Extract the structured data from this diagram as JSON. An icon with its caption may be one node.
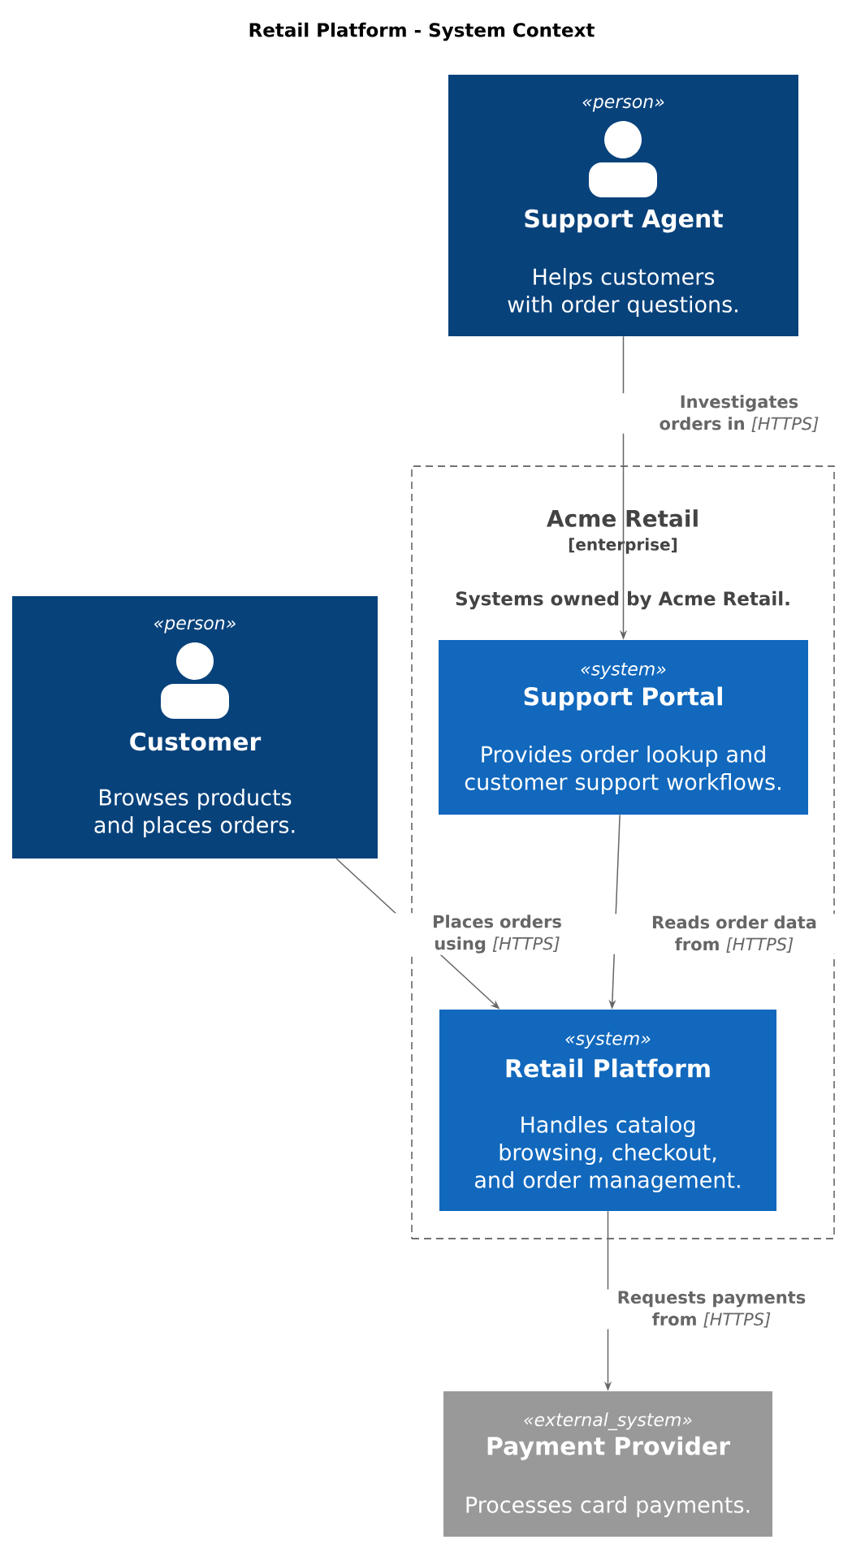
{
  "diagram": {
    "title": "Retail Platform - System Context",
    "nodes": [
      {
        "text": [
          "«person»",
          "Support Agent",
          "Helps customers with order questions."
        ]
      },
      {
        "text": [
          "Acme Retail",
          "[enterprise]",
          "Systems owned by Acme Retail."
        ]
      },
      {
        "text": [
          "«person»",
          "Customer",
          "Browses products and places orders."
        ]
      },
      {
        "text": [
          "«system»",
          "Support Portal",
          "Provides order lookup and customer support workflows."
        ],
        "in": 1
      },
      {
        "text": [
          "«system»",
          "Retail Platform",
          "Handles catalog browsing, checkout, and order management."
        ],
        "in": 1
      },
      {
        "text": [
          "«external_system»",
          "Payment Provider",
          "Processes card payments."
        ]
      }
    ],
    "edges": [
      {
        "from": 0,
        "to": 3,
        "arrow": "to",
        "label": "**Investigates orders in** *[HTTPS]*"
      },
      {
        "from": 2,
        "to": 4,
        "arrow": "to",
        "label": "**Places orders using** *[HTTPS]*"
      },
      {
        "from": 3,
        "to": 4,
        "arrow": "to",
        "label": "**Reads order data from** *[HTTPS]*"
      },
      {
        "from": 4,
        "to": 5,
        "arrow": "to",
        "label": "**Requests payments from** *[HTTPS]*"
      }
    ]
  }
}
